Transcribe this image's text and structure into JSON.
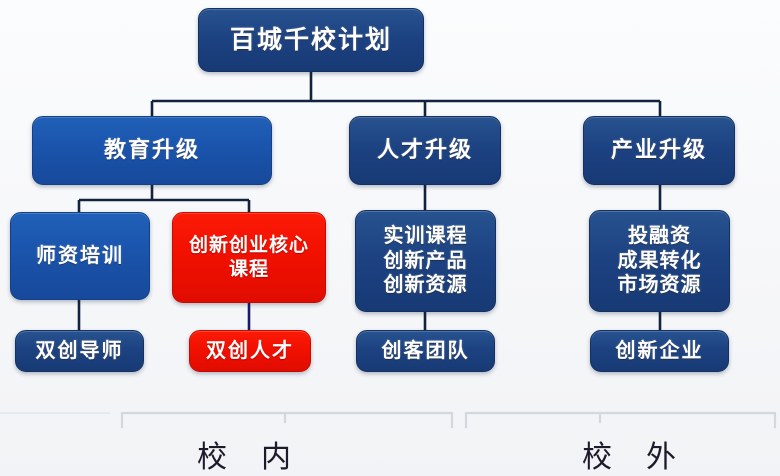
{
  "diagram": {
    "title": "百城千校计划",
    "root": {
      "label": "百城千校计划",
      "color": "#1d4282"
    },
    "branches": [
      {
        "id": "education",
        "label": "教育升级",
        "color": "#1a54ac",
        "children": [
          {
            "id": "teacher-training",
            "label": "师资培训",
            "color": "#1a54ac",
            "sub": {
              "id": "dual-innovation-mentor",
              "label": "双创导师",
              "color": "#1d4282"
            }
          },
          {
            "id": "core-course",
            "label": "创新创业核心\n课程",
            "color": "#f21000",
            "sub": {
              "id": "dual-innovation-talent",
              "label": "双创人才",
              "color": "#f21000"
            }
          }
        ]
      },
      {
        "id": "talent",
        "label": "人才升级",
        "color": "#1d4282",
        "children": [
          {
            "id": "practical-courses",
            "label": "实训课程\n创新产品\n创新资源",
            "color": "#1d4282",
            "sub": {
              "id": "maker-team",
              "label": "创客团队",
              "color": "#1d4282"
            }
          }
        ]
      },
      {
        "id": "industry",
        "label": "产业升级",
        "color": "#1d4282",
        "children": [
          {
            "id": "investment-financing",
            "label": "投融资\n成果转化\n市场资源",
            "color": "#1d4282",
            "sub": {
              "id": "innovative-enterprise",
              "label": "创新企业",
              "color": "#1d4282"
            }
          }
        ]
      }
    ],
    "scope_labels": [
      {
        "id": "on-campus",
        "label": "校内"
      },
      {
        "id": "off-campus",
        "label": "校外"
      }
    ],
    "colors": {
      "navy": "#1d4282",
      "blue": "#1a54ac",
      "red": "#f21000",
      "connector": "#12233f",
      "background": "#f6f7f9",
      "bracket": "#d4d7de",
      "text_dark": "#1d1b2b"
    }
  }
}
